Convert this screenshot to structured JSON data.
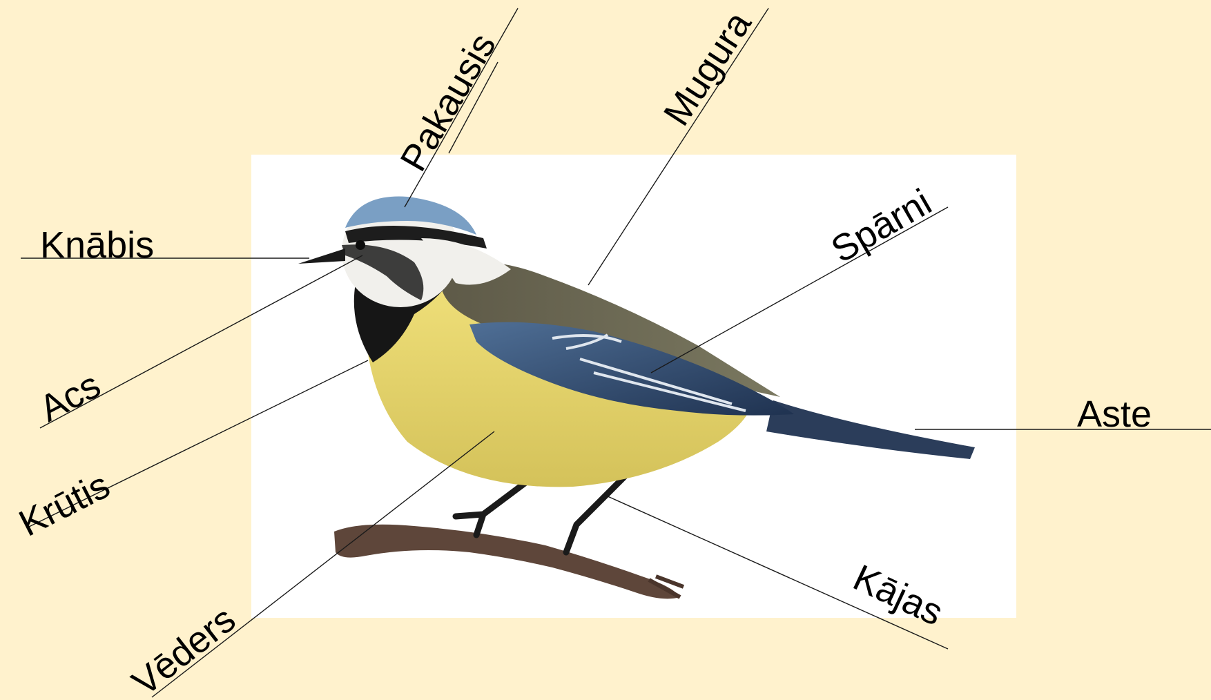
{
  "diagram": {
    "labels": {
      "beak": "Knābis",
      "eye": "Acs",
      "chest": "Krūtis",
      "belly": "Vēders",
      "nape": "Pakausis",
      "back": "Mugura",
      "wings": "Spārni",
      "tail": "Aste",
      "legs": "Kājas"
    },
    "colors": {
      "background": "#fff2cd",
      "photo_panel": "#ffffff",
      "bird_cap": "#7a9fc4",
      "bird_breast": "#e8d66a",
      "bird_wing": "#2f4a6e",
      "bird_back": "#6b6a55",
      "branch": "#5e463a"
    }
  }
}
